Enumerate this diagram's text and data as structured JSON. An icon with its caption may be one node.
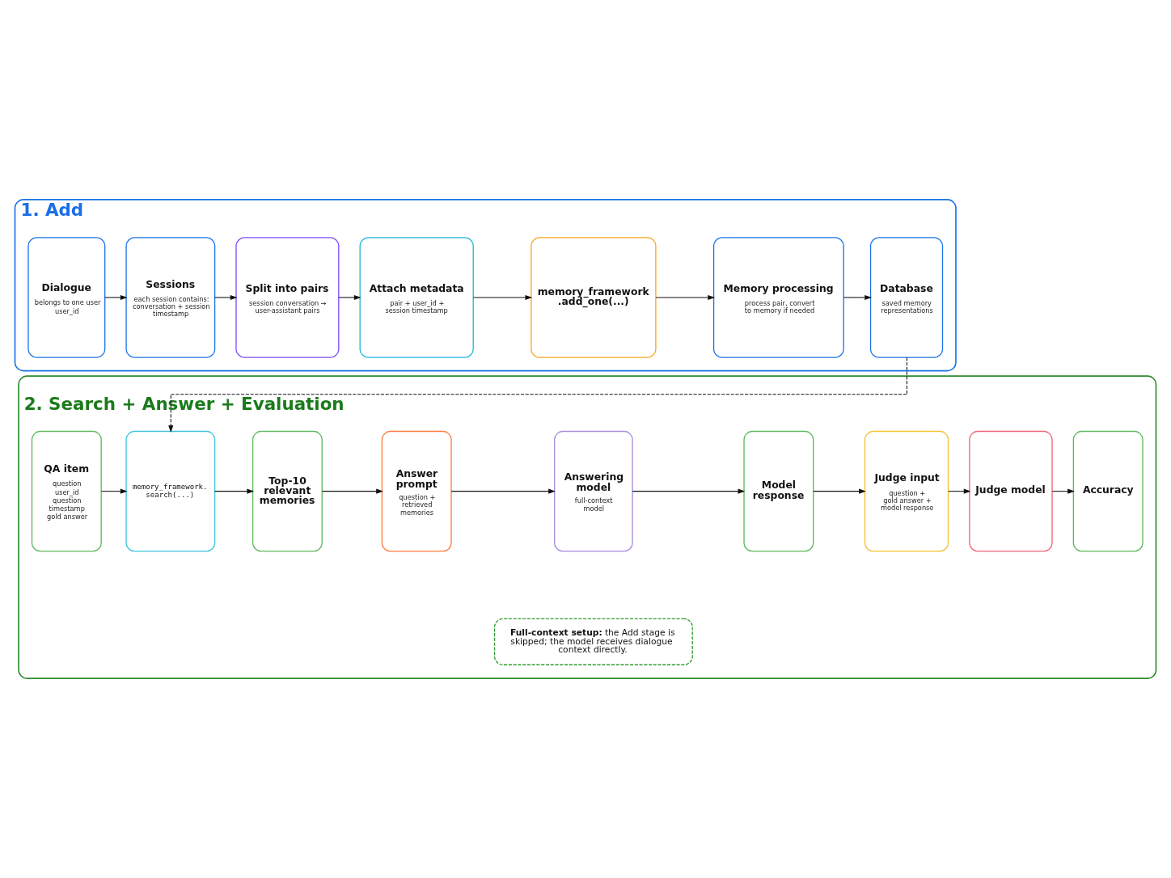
{
  "diagram": {
    "nodes": [
      {
        "text": [
          "1. Add"
        ]
      },
      {
        "text": [
          "Dialogue",
          "belongs to one user",
          "user_id"
        ],
        "in": 0
      },
      {
        "text": [
          "Sessions",
          "each session contains: conversation + session timestamp"
        ],
        "in": 0
      },
      {
        "text": [
          "Split into pairs",
          "session conversation → user-assistant pairs"
        ],
        "in": 0
      },
      {
        "text": [
          "Attach metadata",
          "pair + user_id + session timestamp"
        ],
        "in": 0
      },
      {
        "text": [
          "memory_framework .add_one(...)"
        ],
        "in": 0
      },
      {
        "text": [
          "Memory processing",
          "process pair, convert to memory if needed"
        ],
        "in": 0
      },
      {
        "text": [
          "Database",
          "saved memory representations"
        ],
        "in": 0
      },
      {
        "text": [
          "2. Search + Answer + Evaluation"
        ]
      },
      {
        "text": [
          "QA item",
          "question",
          "user_id",
          "question timestamp",
          "gold answer"
        ],
        "in": 8
      },
      {
        "text": [
          "memory_framework. search(...)"
        ],
        "in": 8
      },
      {
        "text": [
          "Top-10 relevant memories"
        ],
        "in": 8
      },
      {
        "text": [
          "Answer prompt",
          "question + retrieved memories"
        ],
        "in": 8
      },
      {
        "text": [
          "Answering model",
          "full-context model"
        ],
        "in": 8
      },
      {
        "text": [
          "Model response"
        ],
        "in": 8
      },
      {
        "text": [
          "Judge input",
          "question + gold answer + model response"
        ],
        "in": 8
      },
      {
        "text": [
          "Judge model"
        ],
        "in": 8
      },
      {
        "text": [
          "Accuracy"
        ],
        "in": 8
      },
      {
        "text": [
          "**Full-context setup:** the Add stage is skipped; the model receives dialogue context directly."
        ],
        "in": 8
      }
    ],
    "edges": [
      {
        "from": 1,
        "to": 2,
        "arrow": "to"
      },
      {
        "from": 2,
        "to": 3,
        "arrow": "to"
      },
      {
        "from": 3,
        "to": 4,
        "arrow": "to"
      },
      {
        "from": 4,
        "to": 5,
        "arrow": "to"
      },
      {
        "from": 5,
        "to": 6,
        "arrow": "to"
      },
      {
        "from": 6,
        "to": 7,
        "arrow": "to"
      },
      {
        "from": 7,
        "to": 10,
        "arrow": "to",
        "style": "dashed"
      },
      {
        "from": 9,
        "to": 10,
        "arrow": "to"
      },
      {
        "from": 10,
        "to": 11,
        "arrow": "to"
      },
      {
        "from": 11,
        "to": 12,
        "arrow": "to"
      },
      {
        "from": 12,
        "to": 13,
        "arrow": "to"
      },
      {
        "from": 13,
        "to": 14,
        "arrow": "to"
      },
      {
        "from": 14,
        "to": 15,
        "arrow": "to"
      },
      {
        "from": 15,
        "to": 16,
        "arrow": "to"
      },
      {
        "from": 16,
        "to": 17,
        "arrow": "to"
      }
    ]
  }
}
